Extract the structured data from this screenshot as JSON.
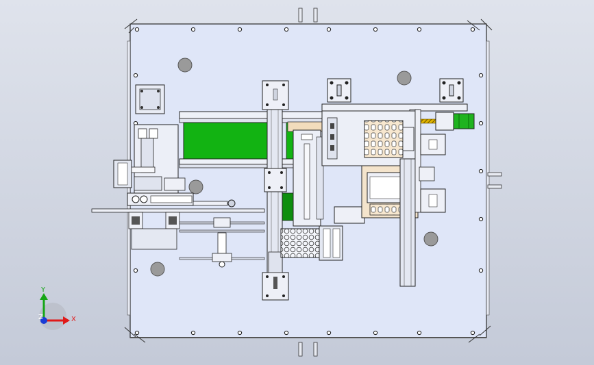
{
  "viewport": {
    "background_top": "#dfe3ec",
    "background_bottom": "#c4cad8"
  },
  "colors": {
    "plate": "#dfe6f8",
    "edge": "#2a2a2a",
    "conveyor_belt": "#12b312",
    "conveyor_belt_dark": "#0e8e0e",
    "bracket_tan": "#f2dcbc",
    "lead_screw": "#c9a000",
    "motor_green": "#1fb31f",
    "indicator_red": "#d00000",
    "hole_gray": "#9a9a9a",
    "axis_x": "#e01919",
    "axis_y": "#16a616",
    "axis_z": "#1a3cd6"
  },
  "triad": {
    "x_label": "X",
    "y_label": "Y",
    "z_label": "Z"
  }
}
